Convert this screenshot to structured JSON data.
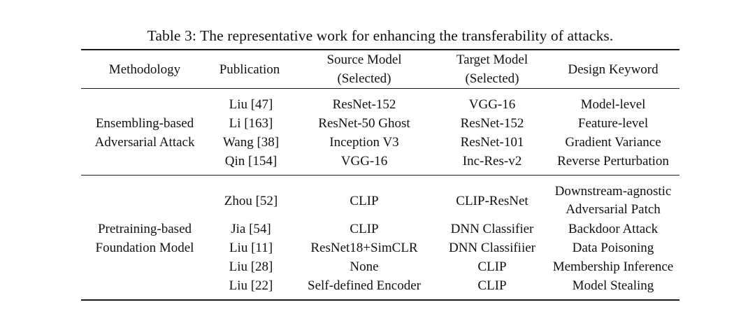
{
  "caption": "Table 3: The representative work for enhancing the transferability of attacks.",
  "table": {
    "headers": {
      "methodology": "Methodology",
      "publication": "Publication",
      "source_model_line1": "Source Model",
      "source_model_line2": "(Selected)",
      "target_model_line1": "Target Model",
      "target_model_line2": "(Selected)",
      "design_keyword": "Design Keyword"
    },
    "groups": [
      {
        "methodology_line1": "Ensembling-based",
        "methodology_line2": "Adversarial Attack",
        "rows": [
          {
            "publication": "Liu [47]",
            "source_model": "ResNet-152",
            "target_model": "VGG-16",
            "design_keyword": "Model-level"
          },
          {
            "publication": "Li [163]",
            "source_model": "ResNet-50 Ghost",
            "target_model": "ResNet-152",
            "design_keyword": "Feature-level"
          },
          {
            "publication": "Wang [38]",
            "source_model": "Inception V3",
            "target_model": "ResNet-101",
            "design_keyword": "Gradient Variance"
          },
          {
            "publication": "Qin [154]",
            "source_model": "VGG-16",
            "target_model": "Inc-Res-v2",
            "design_keyword": "Reverse Perturbation"
          }
        ]
      },
      {
        "methodology_line1": "Pretraining-based",
        "methodology_line2": "Foundation Model",
        "rows": [
          {
            "publication": "Zhou [52]",
            "source_model": "CLIP",
            "target_model": "CLIP-ResNet",
            "design_keyword_line1": "Downstream-agnostic",
            "design_keyword_line2": "Adversarial Patch"
          },
          {
            "publication": "Jia [54]",
            "source_model": "CLIP",
            "target_model": "DNN Classifier",
            "design_keyword": "Backdoor Attack"
          },
          {
            "publication": "Liu [11]",
            "source_model": "ResNet18+SimCLR",
            "target_model": "DNN Classifiier",
            "design_keyword": "Data Poisoning"
          },
          {
            "publication": "Liu [28]",
            "source_model": "None",
            "target_model": "CLIP",
            "design_keyword": "Membership Inference"
          },
          {
            "publication": "Liu [22]",
            "source_model": "Self-defined Encoder",
            "target_model": "CLIP",
            "design_keyword": "Model Stealing"
          }
        ]
      }
    ]
  }
}
